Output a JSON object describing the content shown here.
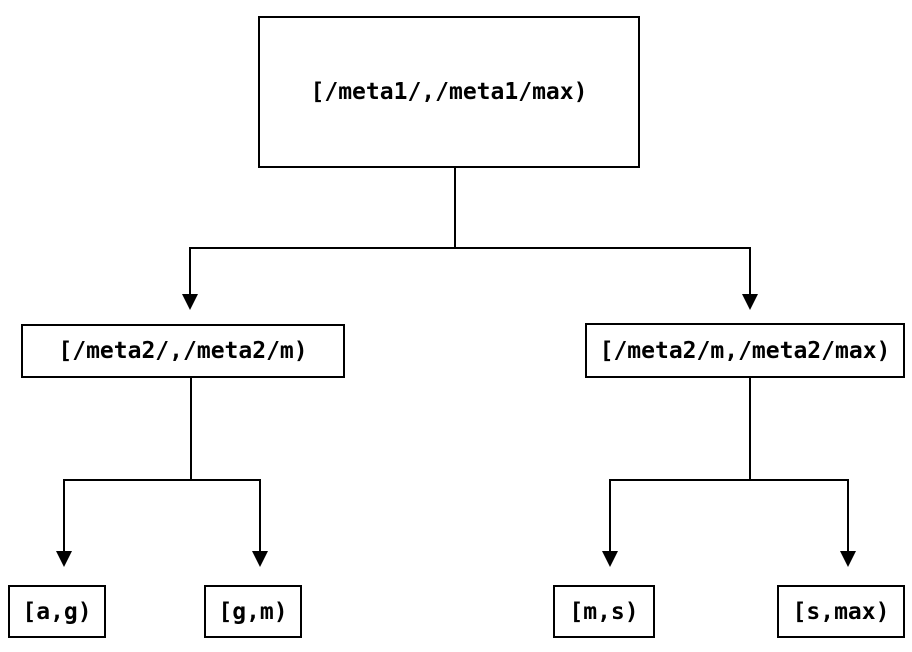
{
  "diagram": {
    "root": {
      "label": "[/meta1/,/meta1/max)"
    },
    "children": [
      {
        "label": "[/meta2/,/meta2/m)"
      },
      {
        "label": "[/meta2/m,/meta2/max)"
      }
    ],
    "leaves": [
      {
        "label": "[a,g)"
      },
      {
        "label": "[g,m)"
      },
      {
        "label": "[m,s)"
      },
      {
        "label": "[s,max)"
      }
    ],
    "colors": {
      "line": "#000000",
      "box_border": "#000000",
      "text": "#000000",
      "background": "#ffffff"
    }
  }
}
